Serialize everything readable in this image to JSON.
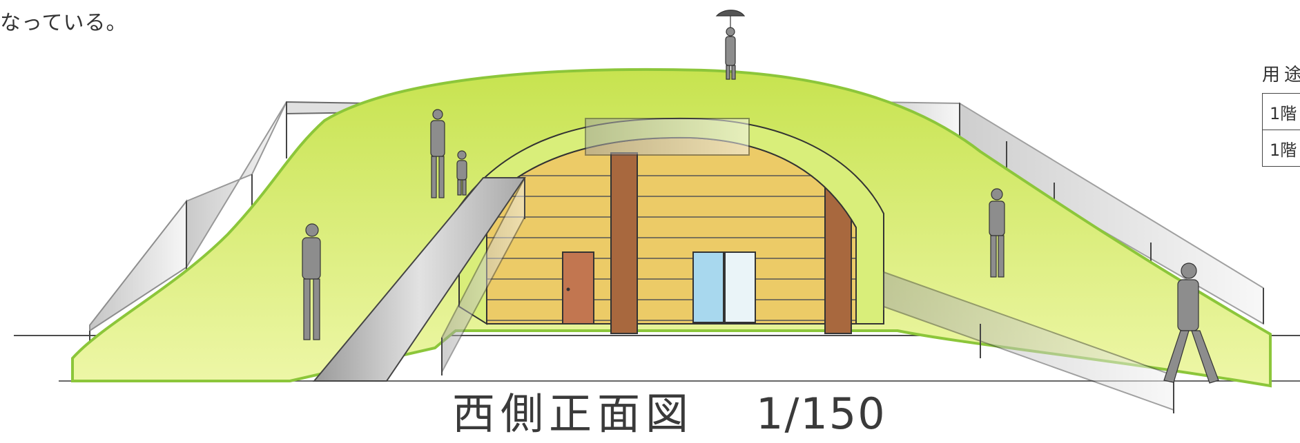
{
  "top_caption": "なっている。",
  "drawing": {
    "title": "西側正面図",
    "scale": "1/150"
  },
  "side_table": {
    "heading": "用途",
    "rows": [
      "1階",
      "1階"
    ]
  },
  "colors": {
    "grass": "#d6ec6a",
    "grass_edge": "#9ccf3a",
    "wall_wood": "#e8c25a",
    "column": "#a8683e",
    "door": "#b86f4a",
    "window": "#9fd4ec",
    "slide": "#b8b8b8",
    "figure": "#8a8a8a",
    "line": "#333333"
  }
}
